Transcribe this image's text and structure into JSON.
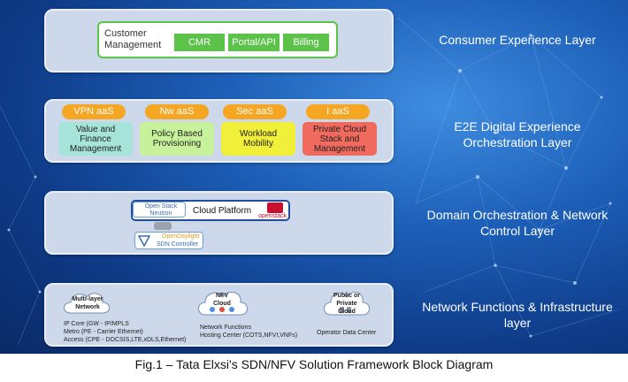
{
  "colors": {
    "accent_green": "#5cc24a",
    "pill_orange": "#f5a623",
    "openstack_red": "#c8102e"
  },
  "layers": [
    {
      "label": "Consumer Experience Layer"
    },
    {
      "label": "E2E Digital Experience Orchestration Layer"
    },
    {
      "label": "Domain Orchestration & Network Control Layer"
    },
    {
      "label": "Network Functions & Infrastructure layer"
    }
  ],
  "customer": {
    "title": "Customer Management",
    "buttons": [
      "CMR",
      "Portal/API",
      "Billing"
    ]
  },
  "e2e": {
    "pills": [
      "VPN aaS",
      "Nw aaS",
      "Sec aaS",
      "I aaS"
    ],
    "services": [
      {
        "label": "Value and Finance Management",
        "color": "#a6e3d8"
      },
      {
        "label": "Policy Based Provisioning",
        "color": "#c7f29b"
      },
      {
        "label": "Workload Mobility",
        "color": "#f0ef3a"
      },
      {
        "label": "Private Cloud Stack and Management",
        "color": "#f06a5d"
      }
    ]
  },
  "domain": {
    "openstack_neutron": "Open Stack Neutron",
    "cloud_platform": "Cloud Platform",
    "openstack_logo": "openstack",
    "opendaylight": "OpenDaylight",
    "sdn_controller": "SDN Controller",
    "icons": [
      "openstack-logo-icon",
      "triangle-icon",
      "switch-icon"
    ]
  },
  "infra": {
    "cloud1_label": "Multi-layer Network",
    "cloud1_lines": [
      "IP Core (GW - IP/MPLS",
      "Metro (PE - Carrier Ethernet)",
      "Access (CPE - DOCSIS,LTE,xDLS,Ethernet)"
    ],
    "cloud2_label": "NFV Cloud",
    "cloud2_lines": [
      "Network Functions",
      "Hosting Center (COTS,NFVI,VNFs)"
    ],
    "cloud3_label": "Public or Private Cloud",
    "cloud3_lines": [
      "Operator Data Center"
    ]
  },
  "caption": "Fig.1 – Tata Elxsi's SDN/NFV Solution Framework Block Diagram"
}
